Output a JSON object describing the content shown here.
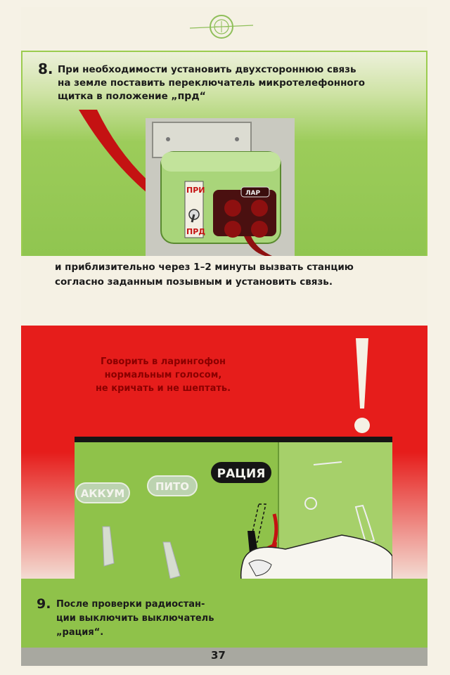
{
  "step8": {
    "number": "8.",
    "line1": "При необходимости установить двухстороннюю связь",
    "line2": "на земле поставить переключатель микротелефонного",
    "line3_pre": "щитка в положение ",
    "line3_quote": "„прд“"
  },
  "panel8": {
    "label_pri": "ПРИ",
    "label_prd": "ПРД",
    "plug_label": "ЛАР"
  },
  "middle_text": {
    "line1": "и приблизительно через 1–2 минуты вызвать станцию",
    "line2": "согласно заданным позывным и установить связь."
  },
  "warning": {
    "line1": "Говорить в ларингофон",
    "line2": "нормальным голосом,",
    "line3": "не кричать и не шептать."
  },
  "panel9": {
    "switch1": "АККУМ",
    "switch2": "ПИТО",
    "switch3": "РАЦИЯ"
  },
  "step9": {
    "number": "9.",
    "line1": "После проверки радиостан-",
    "line2": "ции выключить выключатель",
    "line3": "„рация“."
  },
  "page_number": "37",
  "colors": {
    "green": "#90c550",
    "red": "#e61d1b",
    "dark_red": "#a01010",
    "paper": "#f5f1e4"
  }
}
